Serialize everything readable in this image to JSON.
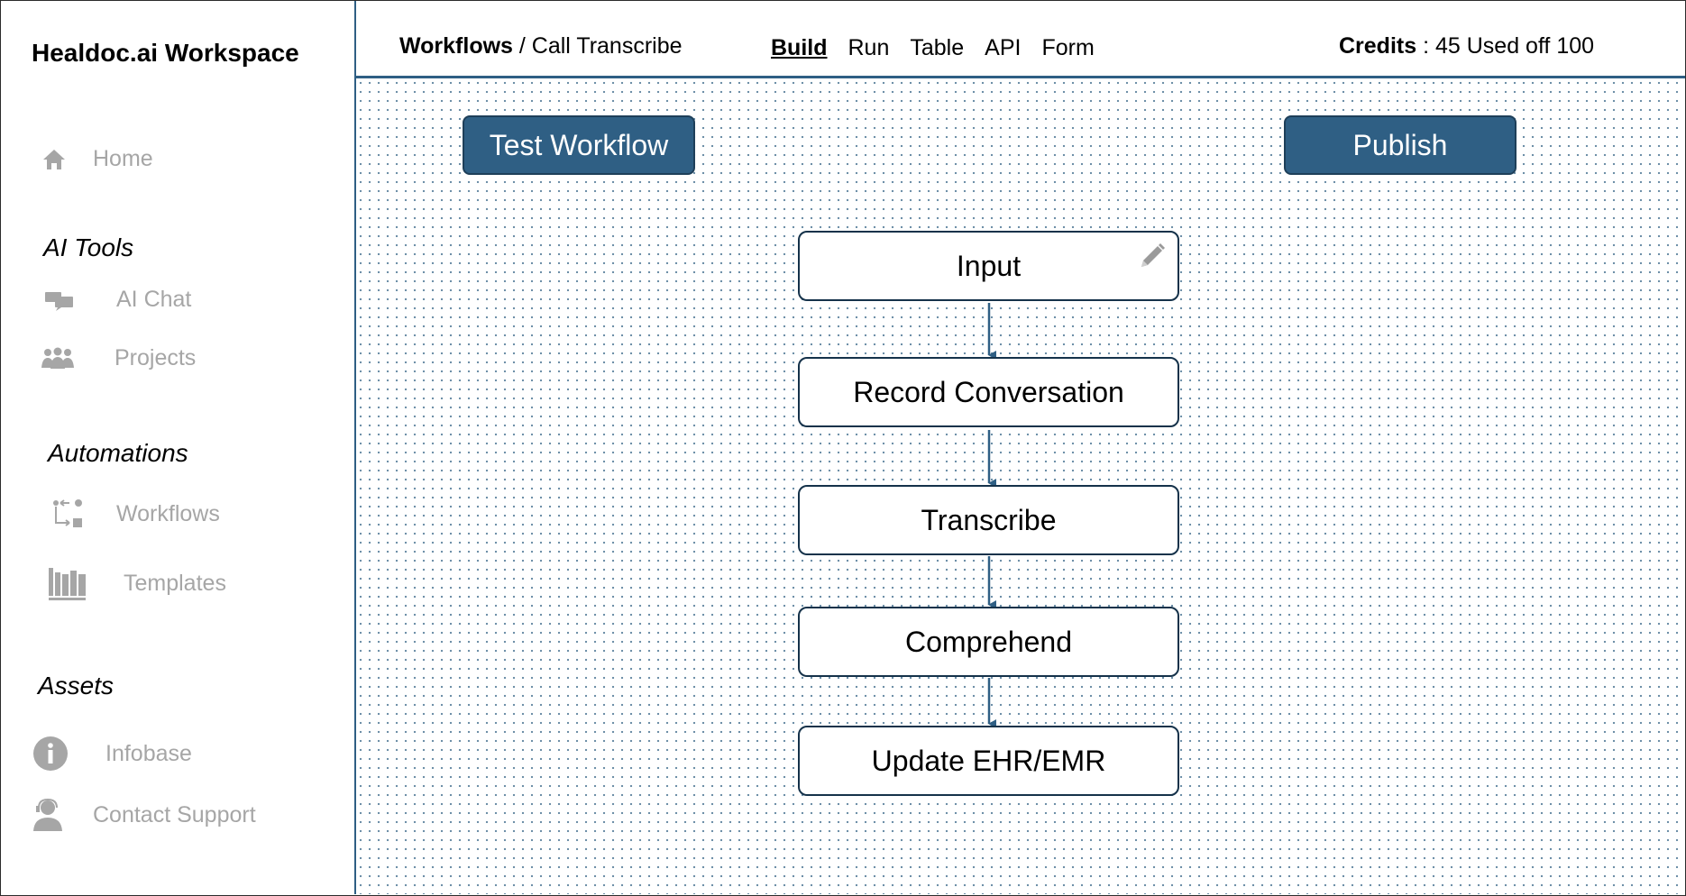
{
  "sidebar": {
    "workspace_title": "Healdoc.ai Workspace",
    "home": {
      "label": "Home",
      "icon": "home-icon"
    },
    "sections": {
      "ai_tools": "AI Tools",
      "automations": "Automations",
      "assets": "Assets"
    },
    "items": [
      {
        "label": "AI Chat",
        "icon": "chat-bubbles-icon"
      },
      {
        "label": "Projects",
        "icon": "people-group-icon"
      },
      {
        "label": "Workflows",
        "icon": "workflow-icon"
      },
      {
        "label": "Templates",
        "icon": "books-icon"
      },
      {
        "label": "Infobase",
        "icon": "info-icon"
      },
      {
        "label": "Contact Support",
        "icon": "support-agent-icon"
      }
    ]
  },
  "header": {
    "breadcrumb_root": "Workflows",
    "breadcrumb_separator": " / ",
    "breadcrumb_current": "Call Transcribe",
    "tabs": [
      {
        "label": "Build",
        "active": true
      },
      {
        "label": "Run",
        "active": false
      },
      {
        "label": "Table",
        "active": false
      },
      {
        "label": "API",
        "active": false
      },
      {
        "label": "Form",
        "active": false
      }
    ],
    "credits_label": "Credits",
    "credits_value": " : 45 Used off 100"
  },
  "toolbar": {
    "test_label": "Test Workflow",
    "publish_label": "Publish"
  },
  "workflow": {
    "nodes": [
      {
        "label": "Input",
        "editable": true
      },
      {
        "label": "Record Conversation"
      },
      {
        "label": "Transcribe"
      },
      {
        "label": "Comprehend"
      },
      {
        "label": "Update EHR/EMR"
      }
    ]
  },
  "colors": {
    "accent": "#2f5f84",
    "muted_text": "#a6a6a6",
    "node_border": "#15324a"
  }
}
